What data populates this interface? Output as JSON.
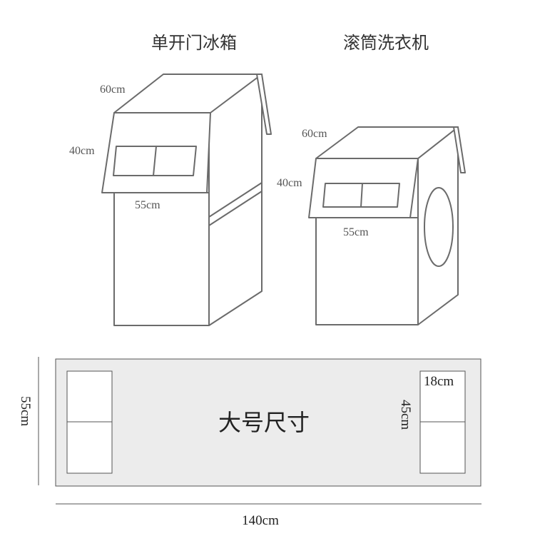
{
  "fridge": {
    "title": "单开门冰箱",
    "depth_label": "60cm",
    "height_label": "40cm",
    "width_label": "55cm"
  },
  "washer": {
    "title": "滚筒洗衣机",
    "depth_label": "60cm",
    "height_label": "40cm",
    "width_label": "55cm"
  },
  "mat": {
    "center_label": "大号尺寸",
    "pocket_width_label": "18cm",
    "pocket_height_label": "45cm",
    "total_height_label": "55cm",
    "total_width_label": "140cm",
    "fill_color": "#ececec"
  }
}
